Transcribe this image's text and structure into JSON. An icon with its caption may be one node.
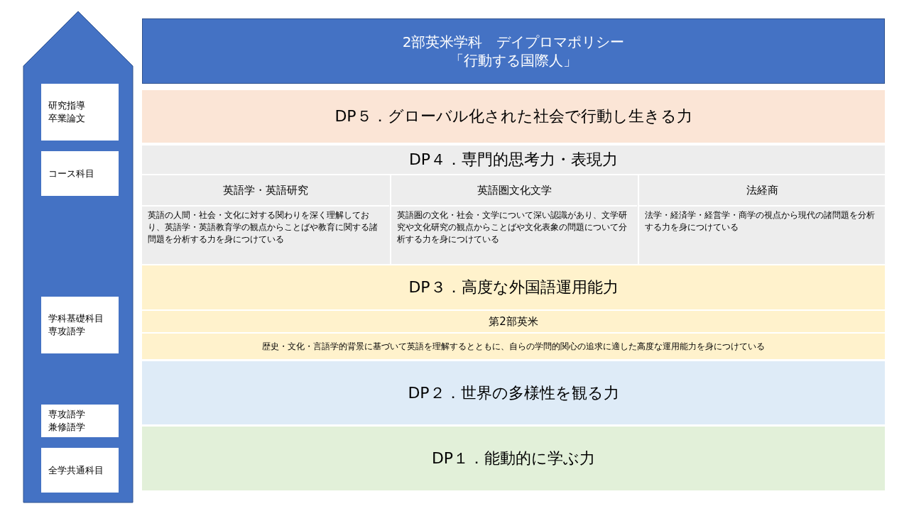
{
  "diagram": {
    "nodes": [
      {
        "text": [],
        "shape": "pentagon"
      },
      {
        "text": [
          "研究指導卒業論文"
        ],
        "in": 0
      },
      {
        "text": [
          "コース科目"
        ],
        "in": 0
      },
      {
        "text": [
          "学科基礎科目専攻語学"
        ],
        "in": 0
      },
      {
        "text": [
          "専攻語学兼修語学"
        ],
        "in": 0
      },
      {
        "text": [
          "全学共通科目"
        ],
        "in": 0
      },
      {
        "text": [
          "2部英米学科　デイプロマポリシー",
          "「行動する国際人」"
        ]
      },
      {
        "text": [
          "DP５．グローバル化された社会で行動し生きる力"
        ]
      },
      {
        "text": [
          "DP４．専門的思考力・表現力"
        ]
      },
      {
        "text": [
          "英語学・英語研究",
          "英語の人間・社会・文化に対する関わりを深く理解しており、英語学・英語教育学の観点からことばや教育に関する諸問題を分析する力を身につけている"
        ],
        "in": 8
      },
      {
        "text": [
          "英語圏文化文学",
          "英語圏の文化・社会・文学について深い認識があり、文学研究や文化研究の観点からことばや文化表象の問題について分析する力を身につけている"
        ],
        "in": 8
      },
      {
        "text": [
          "法経商",
          "法学・経済学・経営学・商学の視点から現代の諸問題を分析する力を身につけている"
        ],
        "in": 8
      },
      {
        "text": [
          "DP３．高度な外国語運用能力",
          "第2部英米",
          "歴史・文化・言語学的背景に基づいて英語を理解するとともに、自らの学問的関心の追求に適した高度な運用能力を身につけている"
        ]
      },
      {
        "text": [
          "DP２．世界の多様性を観る力"
        ]
      },
      {
        "text": [
          "DP１．能動的に学ぶ力"
        ]
      }
    ]
  }
}
